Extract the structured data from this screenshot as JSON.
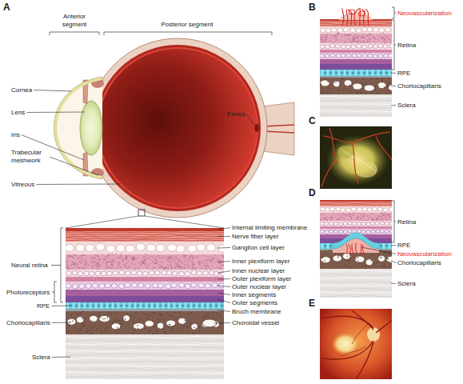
{
  "diagram": {
    "labels": [
      "A",
      "Anterior segment",
      "Posterior segment",
      "Cornea",
      "Lens",
      "Iris",
      "Trabecular meshwork",
      "Vitreous",
      "Fovea",
      "Internal limiting membrane",
      "Nerve fiber layer",
      "Ganglion cell layer",
      "Inner plexiform layer",
      "Inner nuclear layer",
      "Outer plexiform layer",
      "Outer nuclear layer",
      "Inner segments",
      "Outer segments",
      "Bruch membrane",
      "Choroidal vessel",
      "Neural retina",
      "Photoreceptors",
      "RPE",
      "Choriocapillaris",
      "Sclera",
      "B",
      "Neovascularization",
      "Retina",
      "RPE",
      "Choriocapillaris",
      "Sclera",
      "C",
      "D",
      "Retina",
      "RPE",
      "Neovascularization",
      "Choriocapillaris",
      "Sclera",
      "E"
    ]
  }
}
